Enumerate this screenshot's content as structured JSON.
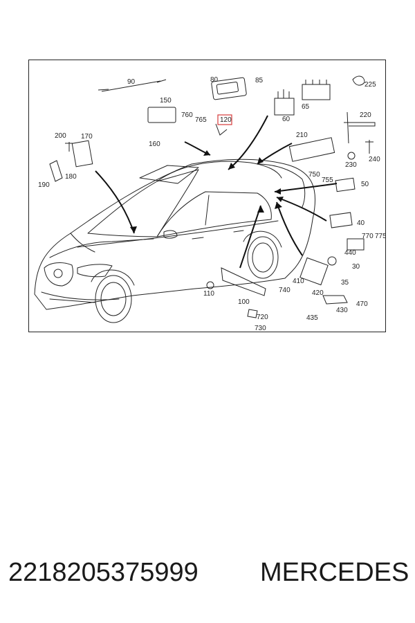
{
  "diagram": {
    "labels": [
      "90",
      "80",
      "85",
      "225",
      "150",
      "760",
      "765",
      "120",
      "60",
      "65",
      "220",
      "200",
      "170",
      "160",
      "210",
      "240",
      "190",
      "180",
      "230",
      "750",
      "755",
      "50",
      "40",
      "770",
      "775",
      "440",
      "30",
      "410",
      "35",
      "420",
      "740",
      "110",
      "100",
      "470",
      "430",
      "435",
      "720",
      "730"
    ],
    "highlighted_label": "120",
    "colors": {
      "line": "#222222",
      "highlight": "#d63a3a"
    }
  },
  "caption": {
    "part_number": "2218205375999",
    "brand": "MERCEDES"
  }
}
